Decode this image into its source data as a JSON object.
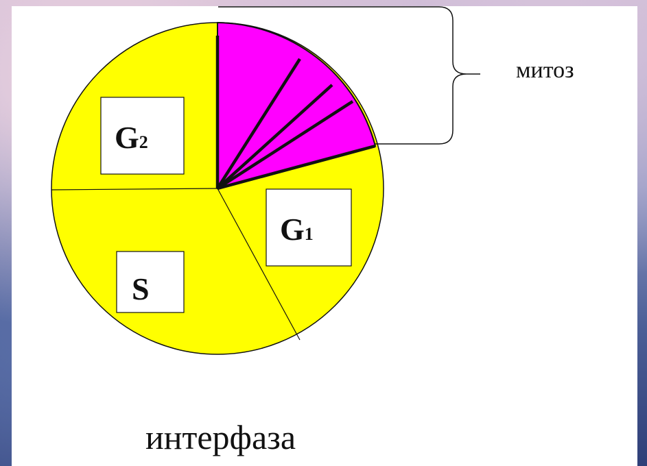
{
  "colors": {
    "interphase_fill": "#ffff00",
    "mitosis_fill": "#ff00ff",
    "outline": "#111111",
    "label_box": "#ffffff"
  },
  "phases": {
    "g2": {
      "letter": "G",
      "subscript": "2"
    },
    "s": {
      "letter": "S"
    },
    "g1": {
      "letter": "G",
      "subscript": "1"
    }
  },
  "labels": {
    "mitosis": "митоз",
    "interphase": "интерфаза"
  }
}
